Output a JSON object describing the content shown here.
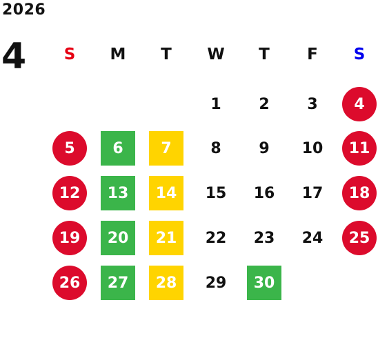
{
  "calendar": {
    "year": "2026",
    "month": "4",
    "weekdays": [
      "S",
      "M",
      "T",
      "W",
      "T",
      "F",
      "S"
    ],
    "weekday_colors": [
      "#e60012",
      "#111111",
      "#111111",
      "#111111",
      "#111111",
      "#111111",
      "#0000ee"
    ],
    "colors": {
      "holiday_red": "#dc0b2c",
      "green": "#3bb54a",
      "yellow": "#ffd400",
      "text": "#111111"
    },
    "weeks": [
      [
        null,
        null,
        null,
        {
          "d": "1"
        },
        {
          "d": "2"
        },
        {
          "d": "3"
        },
        {
          "d": "4",
          "style": "red-circle"
        }
      ],
      [
        {
          "d": "5",
          "style": "red-circle"
        },
        {
          "d": "6",
          "style": "green-square"
        },
        {
          "d": "7",
          "style": "yellow-square"
        },
        {
          "d": "8"
        },
        {
          "d": "9"
        },
        {
          "d": "10"
        },
        {
          "d": "11",
          "style": "red-circle"
        }
      ],
      [
        {
          "d": "12",
          "style": "red-circle"
        },
        {
          "d": "13",
          "style": "green-square"
        },
        {
          "d": "14",
          "style": "yellow-square"
        },
        {
          "d": "15"
        },
        {
          "d": "16"
        },
        {
          "d": "17"
        },
        {
          "d": "18",
          "style": "red-circle"
        }
      ],
      [
        {
          "d": "19",
          "style": "red-circle"
        },
        {
          "d": "20",
          "style": "green-square"
        },
        {
          "d": "21",
          "style": "yellow-square"
        },
        {
          "d": "22"
        },
        {
          "d": "23"
        },
        {
          "d": "24"
        },
        {
          "d": "25",
          "style": "red-circle"
        }
      ],
      [
        {
          "d": "26",
          "style": "red-circle"
        },
        {
          "d": "27",
          "style": "green-square"
        },
        {
          "d": "28",
          "style": "yellow-square"
        },
        {
          "d": "29"
        },
        {
          "d": "30",
          "style": "green-square"
        },
        null,
        null
      ]
    ]
  }
}
